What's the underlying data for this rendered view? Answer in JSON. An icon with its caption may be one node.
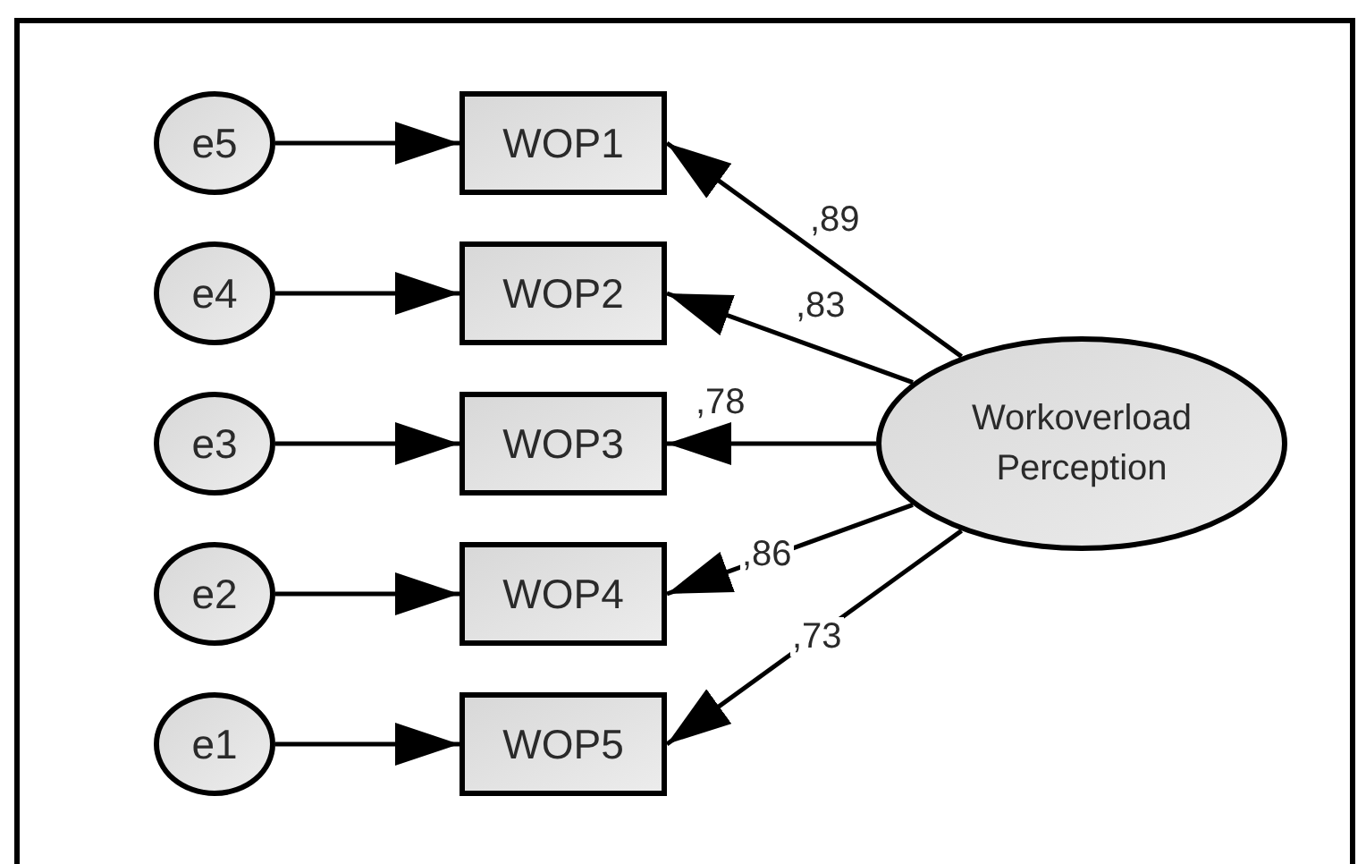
{
  "diagram": {
    "nodes": [
      {
        "text": [
          "e5"
        ]
      },
      {
        "text": [
          "WOP1"
        ]
      },
      {
        "text": [
          "e4"
        ]
      },
      {
        "text": [
          "WOP2"
        ]
      },
      {
        "text": [
          "e3"
        ]
      },
      {
        "text": [
          "WOP3"
        ]
      },
      {
        "text": [
          "e2"
        ]
      },
      {
        "text": [
          "WOP4"
        ]
      },
      {
        "text": [
          "e1"
        ]
      },
      {
        "text": [
          "WOP5"
        ]
      },
      {
        "text": [
          "Workoverload Perception"
        ]
      }
    ],
    "edges": [
      {
        "from": 0,
        "to": 1,
        "arrow": "to"
      },
      {
        "from": 2,
        "to": 3,
        "arrow": "to"
      },
      {
        "from": 4,
        "to": 5,
        "arrow": "to"
      },
      {
        "from": 6,
        "to": 7,
        "arrow": "to"
      },
      {
        "from": 8,
        "to": 9,
        "arrow": "to"
      },
      {
        "from": 10,
        "to": 1,
        "arrow": "to",
        "label": ",89"
      },
      {
        "from": 10,
        "to": 3,
        "arrow": "to",
        "label": ",83"
      },
      {
        "from": 10,
        "to": 5,
        "arrow": "to",
        "label": ",78"
      },
      {
        "from": 10,
        "to": 7,
        "arrow": "to",
        "label": ",86"
      },
      {
        "from": 10,
        "to": 9,
        "arrow": "to",
        "label": ",73"
      }
    ]
  }
}
